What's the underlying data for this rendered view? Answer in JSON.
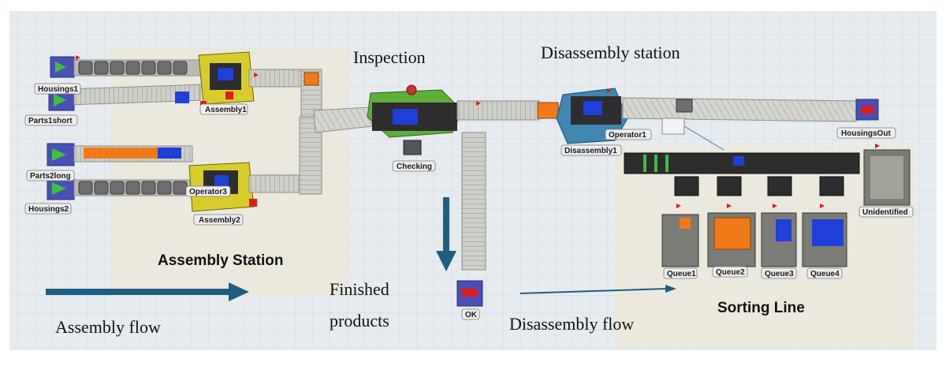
{
  "colors": {
    "floor": "#e6ebef",
    "grid": "#d2d9e0",
    "zone": "#ece8dd",
    "conveyor": "#c9c9c4",
    "belt_dark": "#2b2b2b",
    "product_blue": "#1e3fd8",
    "product_orange": "#f07a1a",
    "station_yellow": "#d8cc2c",
    "station_green": "#5fae3a",
    "station_blue": "#3f86b0",
    "source_purple": "#4a4fb5",
    "arrow": "#1f5e80"
  },
  "captions": {
    "inspection": "Inspection",
    "disassembly_station": "Disassembly station",
    "assembly_station": "Assembly Station",
    "sorting_line": "Sorting Line",
    "finished_line1": "Finished",
    "finished_line2": "products",
    "assembly_flow": "Assembly flow",
    "disassembly_flow": "Disassembly flow"
  },
  "objects": {
    "housings1": "Housings1",
    "parts1short": "Parts1short",
    "assembly1": "Assembly1",
    "parts2long": "Parts2long",
    "housings2": "Housings2",
    "operator3": "Operator3",
    "assembly2": "Assembly2",
    "checking": "Checking",
    "ok": "OK",
    "operator1": "Operator1",
    "disassembly1": "Disassembly1",
    "housingsout": "HousingsOut",
    "unidentified": "Unidentified",
    "queue1": "Queue1",
    "queue2": "Queue2",
    "queue3": "Queue3",
    "queue4": "Queue4"
  }
}
